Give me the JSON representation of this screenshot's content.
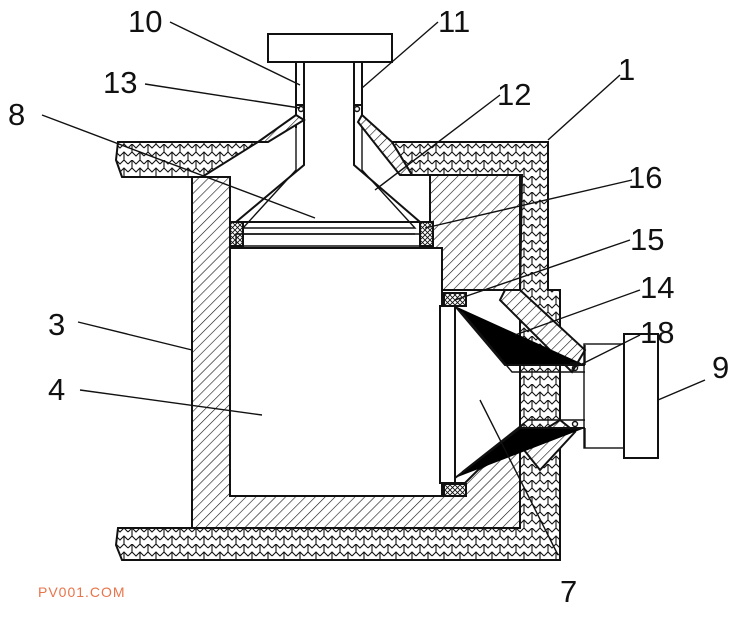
{
  "labels": {
    "l1": "1",
    "l3": "3",
    "l4": "4",
    "l7": "7",
    "l8": "8",
    "l9": "9",
    "l10": "10",
    "l11": "11",
    "l12": "12",
    "l13": "13",
    "l14": "14",
    "l15": "15",
    "l16": "16",
    "l18": "18"
  },
  "watermark": "PV001.COM"
}
